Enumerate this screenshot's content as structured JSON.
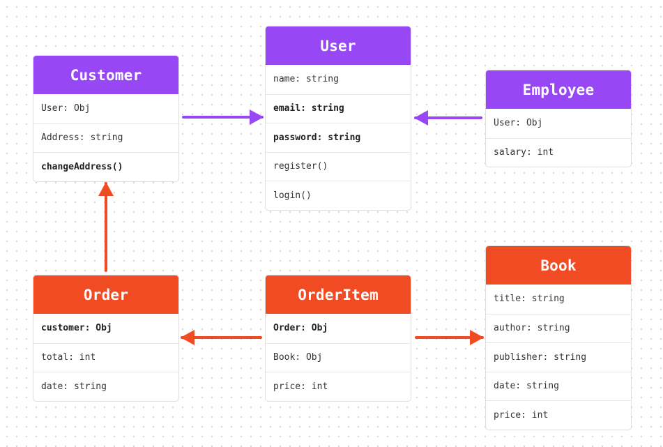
{
  "colors": {
    "purple": "#9847F5",
    "orange": "#F14B23"
  },
  "classes": {
    "customer": {
      "name": "Customer",
      "rows": [
        {
          "text": "User: Obj",
          "bold": false
        },
        {
          "text": "Address: string",
          "bold": false
        },
        {
          "text": "changeAddress()",
          "bold": true
        }
      ]
    },
    "user": {
      "name": "User",
      "rows": [
        {
          "text": "name: string",
          "bold": false
        },
        {
          "text": "email: string",
          "bold": true
        },
        {
          "text": "password: string",
          "bold": true
        },
        {
          "text": "register()",
          "bold": false
        },
        {
          "text": "login()",
          "bold": false
        }
      ]
    },
    "employee": {
      "name": "Employee",
      "rows": [
        {
          "text": "User: Obj",
          "bold": false
        },
        {
          "text": "salary: int",
          "bold": false
        }
      ]
    },
    "order": {
      "name": "Order",
      "rows": [
        {
          "text": "customer: Obj",
          "bold": true
        },
        {
          "text": "total: int",
          "bold": false
        },
        {
          "text": "date: string",
          "bold": false
        }
      ]
    },
    "orderitem": {
      "name": "OrderItem",
      "rows": [
        {
          "text": "Order: Obj",
          "bold": true
        },
        {
          "text": "Book: Obj",
          "bold": false
        },
        {
          "text": "price: int",
          "bold": false
        }
      ]
    },
    "book": {
      "name": "Book",
      "rows": [
        {
          "text": "title: string",
          "bold": false
        },
        {
          "text": "author: string",
          "bold": false
        },
        {
          "text": "publisher: string",
          "bold": false
        },
        {
          "text": "date: string",
          "bold": false
        },
        {
          "text": "price: int",
          "bold": false
        }
      ]
    }
  }
}
